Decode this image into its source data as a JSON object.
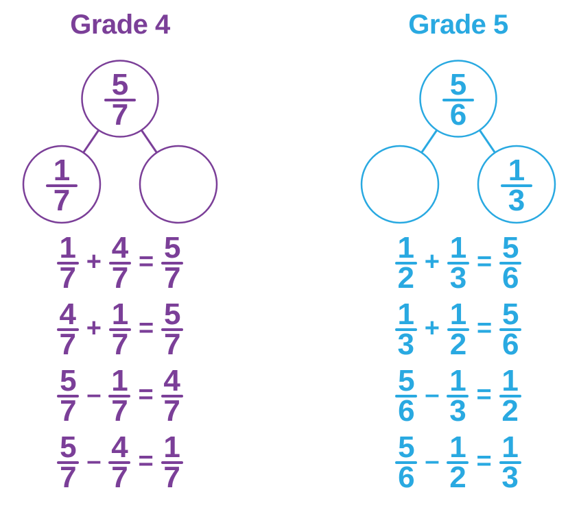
{
  "page": {
    "background": "#ffffff"
  },
  "grade4": {
    "title": "Grade 4",
    "color": "#7B3F98",
    "bond": {
      "whole": {
        "n": "5",
        "d": "7"
      },
      "part_left": {
        "n": "1",
        "d": "7"
      },
      "part_right": "empty"
    },
    "equations": [
      {
        "a_n": "1",
        "a_d": "7",
        "op": "+",
        "b_n": "4",
        "b_d": "7",
        "eq": "=",
        "c_n": "5",
        "c_d": "7"
      },
      {
        "a_n": "4",
        "a_d": "7",
        "op": "+",
        "b_n": "1",
        "b_d": "7",
        "eq": "=",
        "c_n": "5",
        "c_d": "7"
      },
      {
        "a_n": "5",
        "a_d": "7",
        "op": "–",
        "b_n": "1",
        "b_d": "7",
        "eq": "=",
        "c_n": "4",
        "c_d": "7"
      },
      {
        "a_n": "5",
        "a_d": "7",
        "op": "–",
        "b_n": "4",
        "b_d": "7",
        "eq": "=",
        "c_n": "1",
        "c_d": "7"
      }
    ]
  },
  "grade5": {
    "title": "Grade 5",
    "color": "#29A9E1",
    "bond": {
      "whole": {
        "n": "5",
        "d": "6"
      },
      "part_left": "empty",
      "part_right": {
        "n": "1",
        "d": "3"
      }
    },
    "equations": [
      {
        "a_n": "1",
        "a_d": "2",
        "op": "+",
        "b_n": "1",
        "b_d": "3",
        "eq": "=",
        "c_n": "5",
        "c_d": "6"
      },
      {
        "a_n": "1",
        "a_d": "3",
        "op": "+",
        "b_n": "1",
        "b_d": "2",
        "eq": "=",
        "c_n": "5",
        "c_d": "6"
      },
      {
        "a_n": "5",
        "a_d": "6",
        "op": "–",
        "b_n": "1",
        "b_d": "3",
        "eq": "=",
        "c_n": "1",
        "c_d": "2"
      },
      {
        "a_n": "5",
        "a_d": "6",
        "op": "–",
        "b_n": "1",
        "b_d": "2",
        "eq": "=",
        "c_n": "1",
        "c_d": "3"
      }
    ]
  }
}
